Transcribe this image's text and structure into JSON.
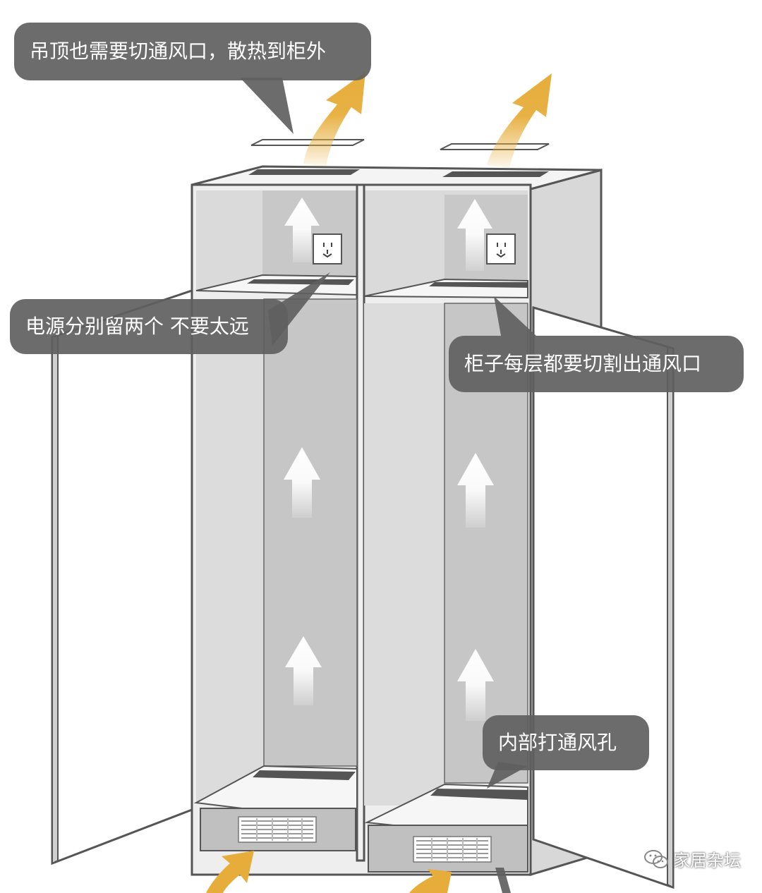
{
  "callouts": {
    "ceiling_vent": "吊顶也需要切通风口，散热到柜外",
    "power_outlets": "电源分别留两个 不要太远",
    "layer_vents": "柜子每层都要切割出通风口",
    "internal_holes": "内部打通风孔"
  },
  "watermark": {
    "text": "家居杂坛",
    "icon": "wechat-icon"
  },
  "colors": {
    "cabinet_outline": "#555555",
    "panel_dark": "#c4c4c4",
    "panel_mid": "#dcdcdc",
    "panel_light": "#f4f4f4",
    "hot_air_arrow": "#e6ad3a",
    "callout_bg": "#5f5f5f"
  }
}
